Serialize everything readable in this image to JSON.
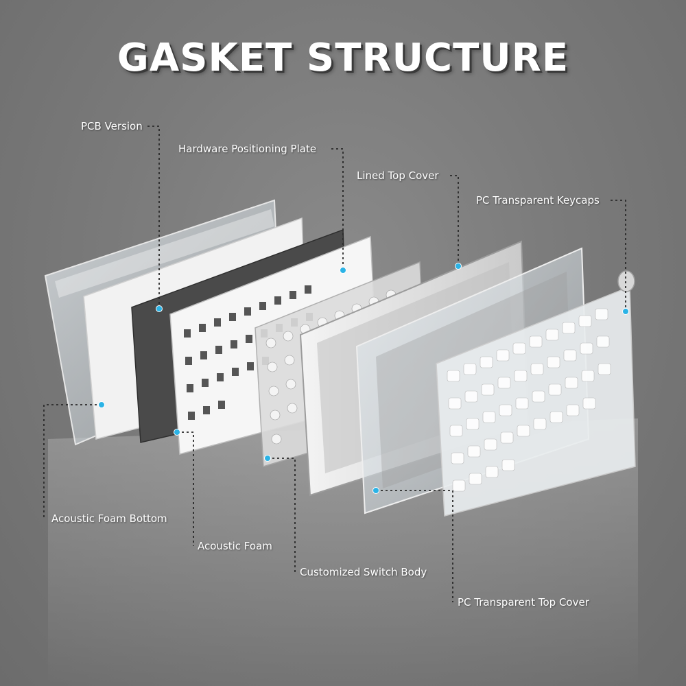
{
  "title": "GASKET STRUCTURE",
  "labels": {
    "pcb_version": "PCB Version",
    "hardware_positioning_plate": "Hardware Positioning Plate",
    "lined_top_cover": "Lined Top Cover",
    "pc_transparent_keycaps": "PC Transparent Keycaps",
    "acoustic_foam_bottom": "Acoustic Foam Bottom",
    "acoustic_foam": "Acoustic Foam",
    "customized_switch_body": "Customized Switch Body",
    "pc_transparent_top_cover": "PC Transparent Top Cover"
  },
  "colors": {
    "background": "#7b7b7b",
    "callout_dot": "#2bb3e6",
    "callout_line": "#2a2a2a",
    "text": "#ffffff"
  }
}
